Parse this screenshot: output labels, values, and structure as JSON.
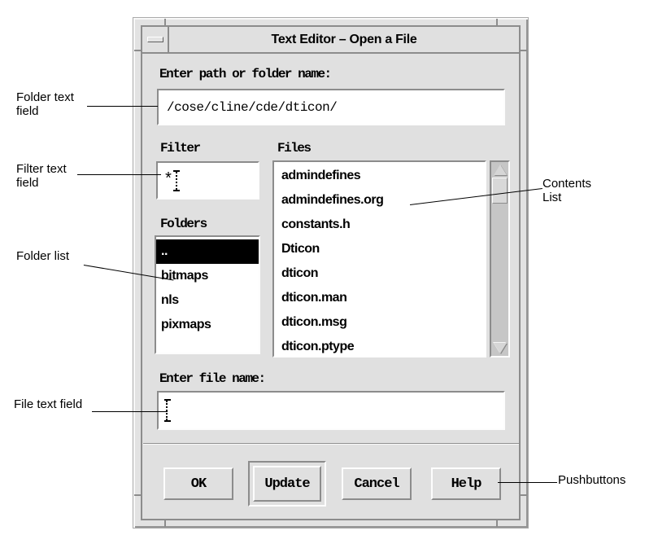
{
  "window": {
    "title": "Text Editor – Open a File",
    "menu_icon": "window-menu-dash-icon",
    "path_section": {
      "label": "Enter path or folder name:",
      "value": "/cose/cline/cde/dticon/"
    },
    "filter_section": {
      "label": "Filter",
      "value": "*"
    },
    "files_section": {
      "label": "Files",
      "items": [
        "admindefines",
        "admindefines.org",
        "constants.h",
        "Dticon",
        "dticon",
        "dticon.man",
        "dticon.msg",
        "dticon.ptype"
      ]
    },
    "folders_section": {
      "label": "Folders",
      "items": [
        "..",
        "bitmaps",
        "nls",
        "pixmaps"
      ],
      "selected_index": 0
    },
    "filename_section": {
      "label": "Enter file name:",
      "value": ""
    },
    "buttons": {
      "ok": "OK",
      "update": "Update",
      "cancel": "Cancel",
      "help": "Help"
    }
  },
  "callouts": {
    "folder_text_field": {
      "line1": "Folder text",
      "line2": "field"
    },
    "filter_text_field": {
      "line1": "Filter text",
      "line2": "field"
    },
    "folder_list": {
      "line1": "Folder list",
      "line2": ""
    },
    "file_text_field": {
      "line1": "File text field",
      "line2": ""
    },
    "contents_list": {
      "line1": "Contents",
      "line2": "List"
    },
    "pushbuttons": {
      "line1": "Pushbuttons",
      "line2": ""
    }
  },
  "colors": {
    "dialog_bg": "#e0e0e0",
    "selection_bg": "#000000",
    "selection_fg": "#ffffff",
    "field_bg": "#ffffff",
    "bevel_dark": "#8c8c8c",
    "bevel_light": "#fdfdfd"
  }
}
